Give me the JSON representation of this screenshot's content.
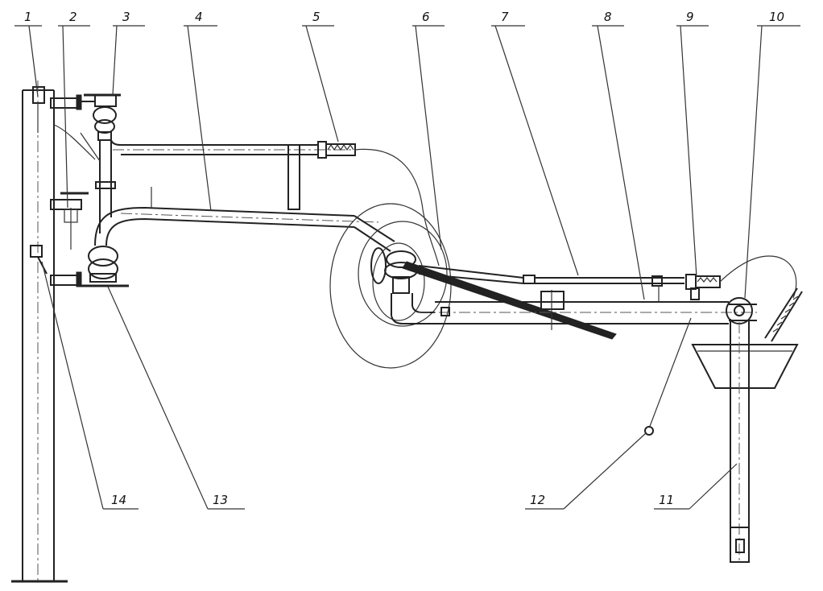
{
  "labels": {
    "l1": "1",
    "l2": "2",
    "l3": "3",
    "l4": "4",
    "l5": "5",
    "l6": "6",
    "l7": "7",
    "l8": "8",
    "l9": "9",
    "l10": "10",
    "l11": "11",
    "l12": "12",
    "l13": "13",
    "l14": "14"
  },
  "colors": {
    "line": "#222222",
    "background": "#ffffff"
  }
}
